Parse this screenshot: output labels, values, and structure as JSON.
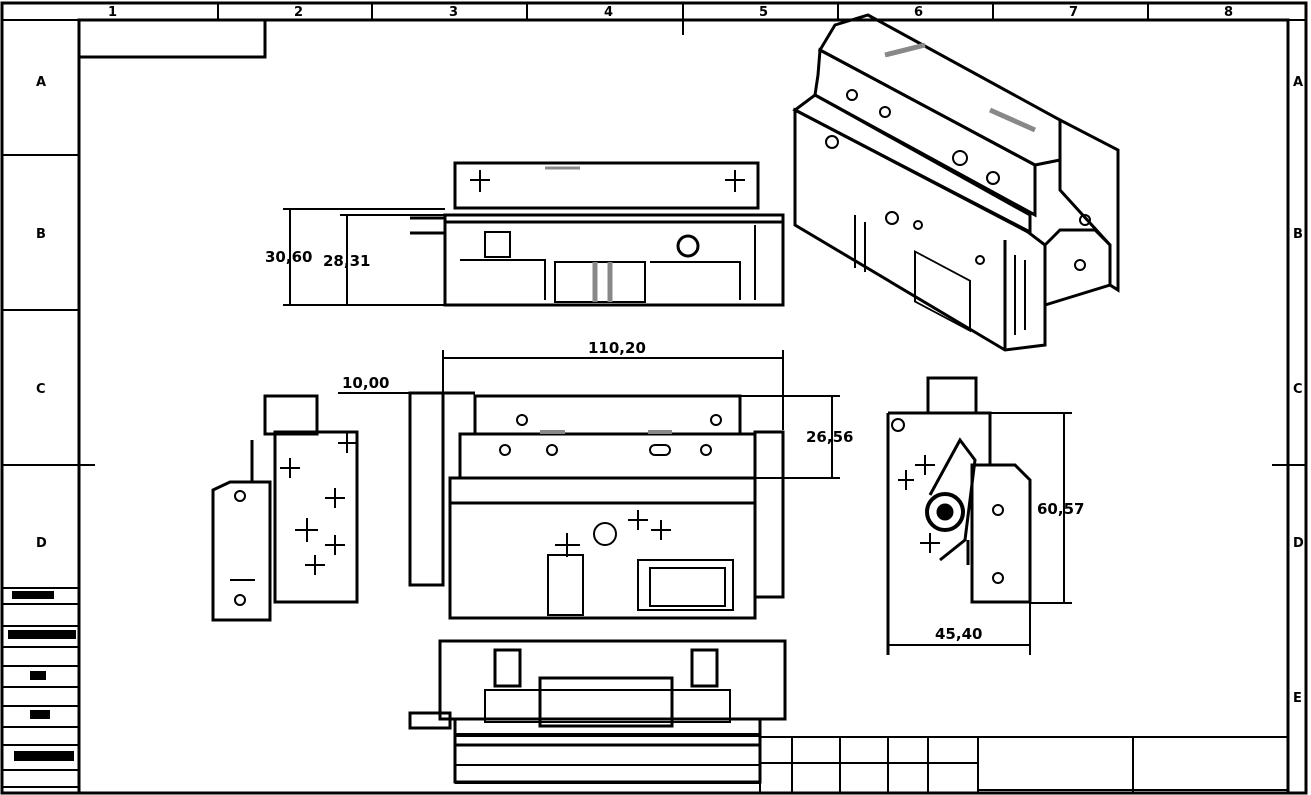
{
  "drawing": {
    "column_labels": [
      "1",
      "2",
      "3",
      "4",
      "5",
      "6",
      "7",
      "8"
    ],
    "row_labels": [
      "A",
      "B",
      "C",
      "D",
      "E"
    ],
    "dimensions": {
      "overall_height": "30,60",
      "base_height": "28,31",
      "overall_width": "110,20",
      "left_offset": "10,00",
      "cover_height": "26,56",
      "side_height": "60,57",
      "side_depth": "45,40"
    },
    "views": [
      "top-view",
      "front-view",
      "left-side-view",
      "right-side-view",
      "bottom-view",
      "isometric-view"
    ]
  }
}
